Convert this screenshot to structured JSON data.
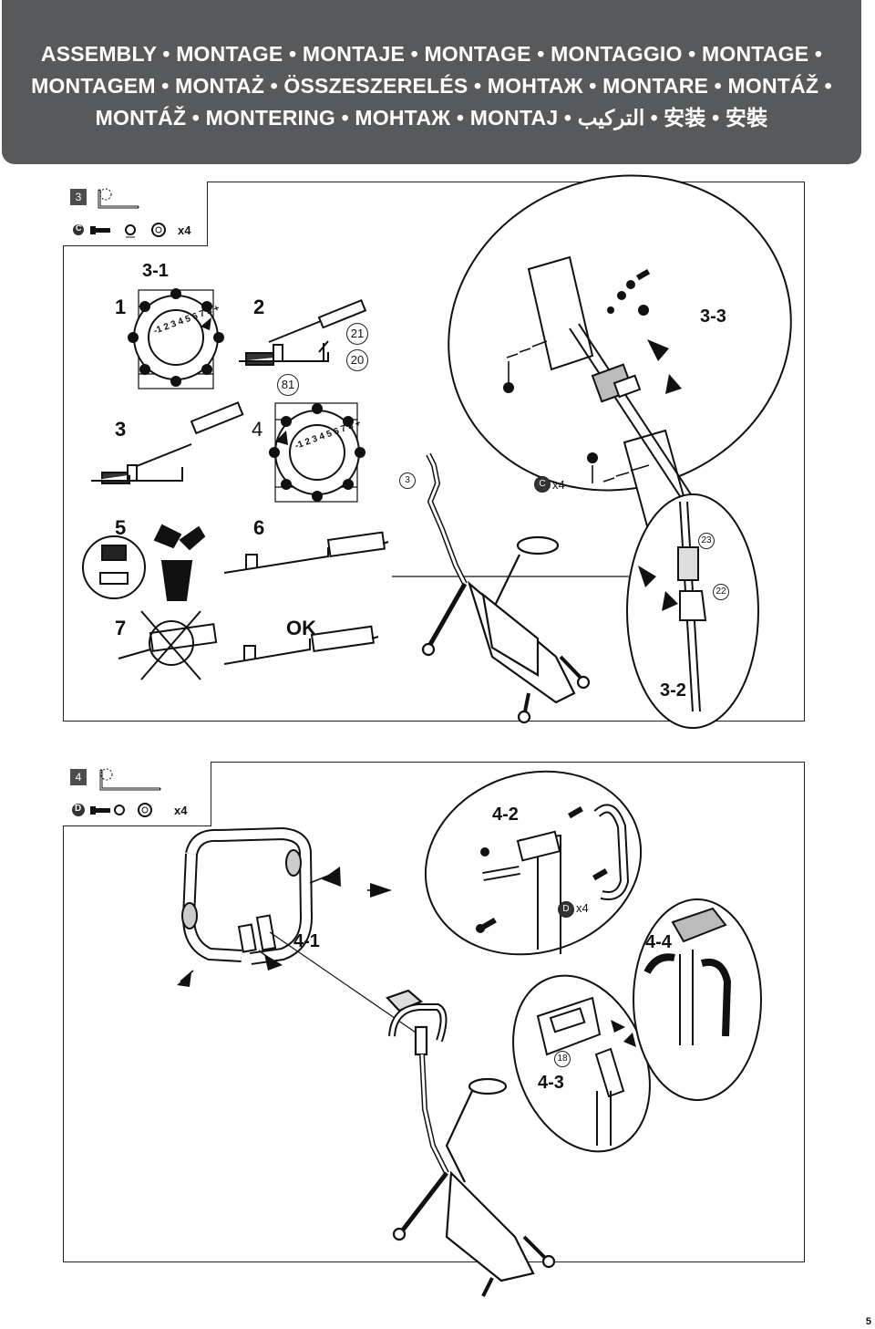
{
  "header": {
    "lines": [
      "ASSEMBLY • MONTAGE • MONTAJE • MONTAGE • MONTAGGIO • MONTAGE •",
      "MONTAGEM • MONTAŻ • ÖSSZESZERELÉS • МОНТАЖ • MONTARE • MONTÁŽ •",
      "MONTÁŽ • MONTERING • МОНТАЖ • MONTAJ • التركيب • 安装 • 安裝"
    ]
  },
  "step3": {
    "number": "3",
    "tool_icon": "allen-key-icon",
    "part_letter": "C",
    "part_qty": "x4",
    "sub_labels": [
      "3-1",
      "3-2",
      "3-3"
    ],
    "sequence": [
      "1",
      "2",
      "3",
      "4",
      "5",
      "6",
      "7",
      "OK"
    ],
    "part_numbers": [
      "21",
      "20",
      "81",
      "23",
      "22",
      "3"
    ],
    "detail_qty": "x4"
  },
  "step4": {
    "number": "4",
    "tool_icon": "allen-key-icon",
    "part_letter": "D",
    "part_qty": "x4",
    "sub_labels": [
      "4-1",
      "4-2",
      "4-3",
      "4-4"
    ],
    "part_numbers": [
      "18"
    ],
    "detail_qty": "x4"
  },
  "page_number": "5",
  "colors": {
    "header_bg": "#58595b",
    "ink": "#111111"
  }
}
